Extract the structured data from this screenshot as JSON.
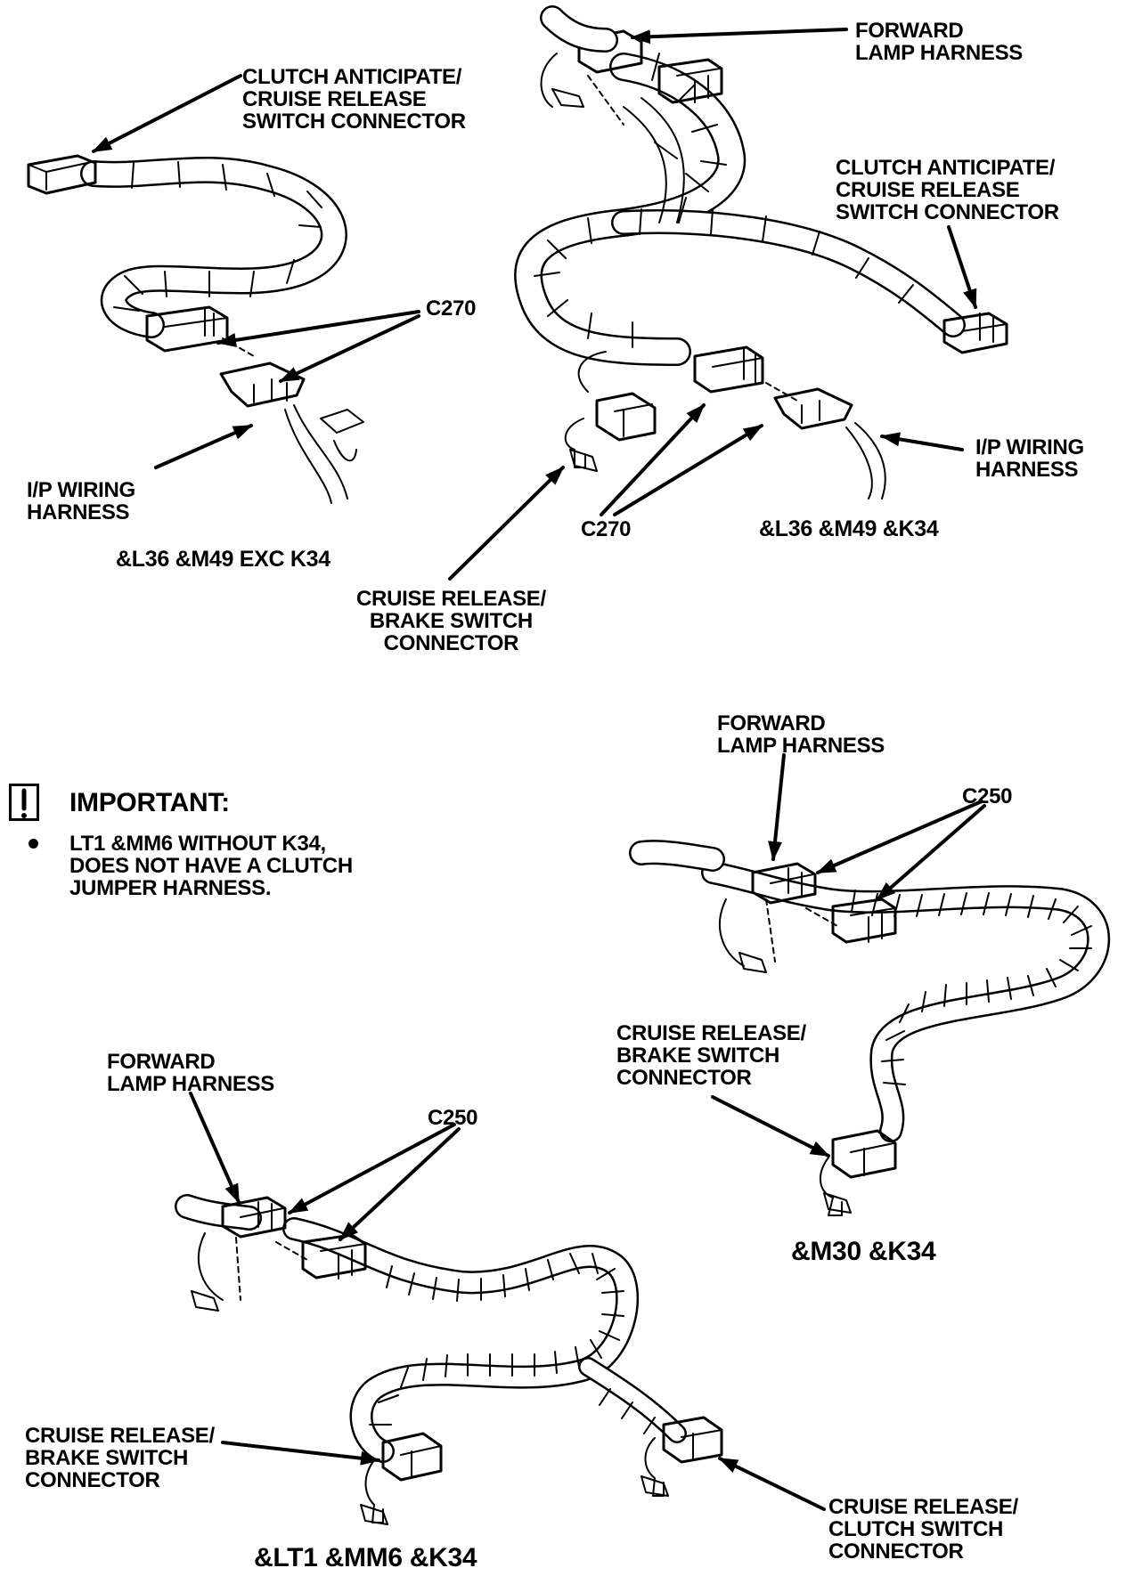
{
  "diagram": {
    "labels": {
      "clutch_anticipate_left": "CLUTCH ANTICIPATE/\nCRUISE RELEASE\nSWITCH CONNECTOR",
      "c270_left": "C270",
      "ip_harness_left": "I/P WIRING\nHARNESS",
      "caption_l36_m49_exc": "&L36 &M49 EXC K34",
      "forward_lamp_top": "FORWARD\nLAMP HARNESS",
      "clutch_anticipate_right": "CLUTCH ANTICIPATE/\nCRUISE RELEASE\nSWITCH CONNECTOR",
      "ip_harness_right": "I/P WIRING\nHARNESS",
      "c270_right": "C270",
      "caption_l36_m49_k34": "&L36 &M49 &K34",
      "cruise_brake_top": "CRUISE RELEASE/\nBRAKE SWITCH\nCONNECTOR",
      "forward_lamp_mid": "FORWARD\nLAMP HARNESS",
      "c250_mid": "C250",
      "cruise_brake_mid": "CRUISE RELEASE/\nBRAKE SWITCH\nCONNECTOR",
      "caption_m30_k34": "&M30 &K34",
      "forward_lamp_bottom": "FORWARD\nLAMP HARNESS",
      "c250_bottom": "C250",
      "cruise_brake_bottom": "CRUISE RELEASE/\nBRAKE SWITCH\nCONNECTOR",
      "cruise_clutch_bottom": "CRUISE RELEASE/\nCLUTCH SWITCH\nCONNECTOR",
      "caption_lt1_mm6_k34": "&LT1 &MM6 &K34"
    },
    "important": {
      "icon": "exclamation-box-icon",
      "title": "IMPORTANT:",
      "note": "LT1 &MM6 WITHOUT K34,\nDOES NOT HAVE A CLUTCH\nJUMPER HARNESS."
    },
    "colors": {
      "ink": "#000000",
      "paper": "#ffffff"
    }
  }
}
